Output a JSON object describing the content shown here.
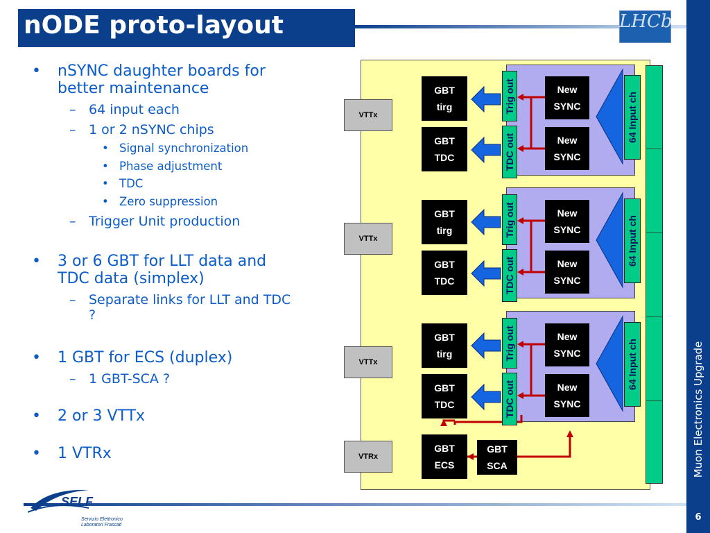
{
  "slide": {
    "title": "nODE proto-layout",
    "logo_text": "LHCb",
    "side_text": "Muon Electronics Upgrade",
    "page_number": "6",
    "footer_logo": {
      "word": "SELF",
      "sub1": "Servizio Elettronico",
      "sub2": "Laboratori Frascati"
    }
  },
  "bullets": {
    "b1": "nSYNC daughter boards  for better maintenance",
    "b1a": "64 input each",
    "b1b": "1 or 2 nSYNC chips",
    "b1b1": "Signal synchronization",
    "b1b2": "Phase adjustment",
    "b1b3": "TDC",
    "b1b4": "Zero suppression",
    "b1c": "Trigger Unit production",
    "b2": "3 or 6 GBT for LLT data and TDC data (simplex)",
    "b2a": "Separate links for LLT and TDC ?",
    "b3": "1 GBT for ECS (duplex)",
    "b3a": "1 GBT-SCA ?",
    "b4": "2 or 3  VTTx",
    "b5": "1 VTRx",
    "bullet_marker": "•",
    "dash_marker": "–"
  },
  "diagram": {
    "vttx_label": "VTTx",
    "vtrx_label": "VTRx",
    "gbt": "GBT",
    "tirg": "tirg",
    "tdc": "TDC",
    "ecs": "ECS",
    "sca": "SCA",
    "new": "New",
    "sync": "SYNC",
    "trig_out": "Trig out",
    "tdc_out": "TDC out",
    "input_ch": "64  Input ch",
    "colors": {
      "board": "#ffffa8",
      "section": "#b0acef",
      "connector": "#00cc88",
      "arrow_blue": "#1565e0",
      "arrow_red": "#c00000"
    }
  }
}
